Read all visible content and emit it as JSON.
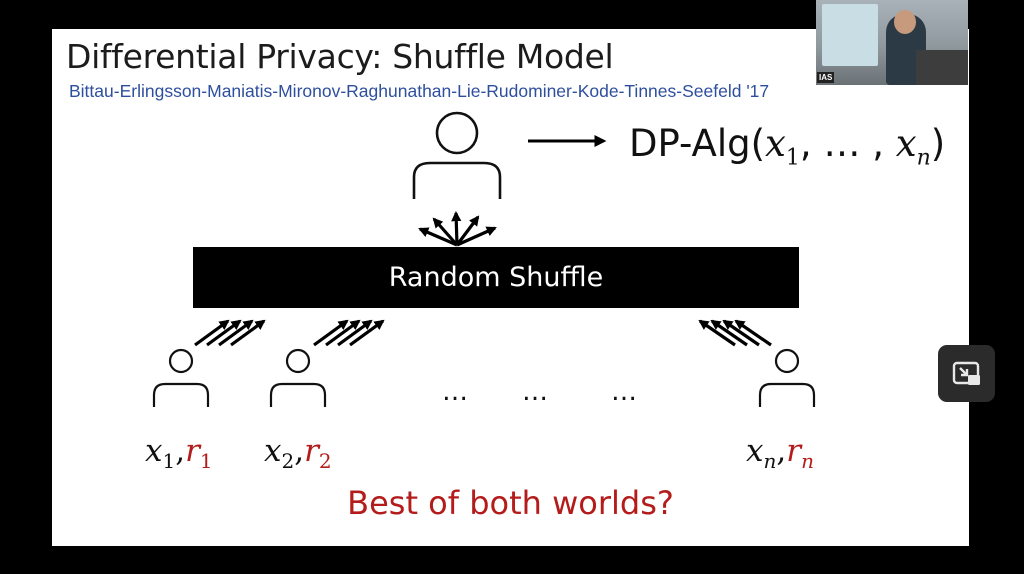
{
  "slide": {
    "title": "Differential Privacy: Shuffle Model",
    "authors": "Bittau-Erlingsson-Maniatis-Mironov-Raghunathan-Lie-Rudominer-Kode-Tinnes-Seefeld '17",
    "output": {
      "prefix": "DP-Alg(",
      "args": "x",
      "sub1": "1",
      "sep": ", … , ",
      "arg_n": "x",
      "sub_n": "n",
      "suffix": ")"
    },
    "shuffle_label": "Random Shuffle",
    "users": [
      {
        "x": "x",
        "x_sub": "1",
        "comma": ",",
        "r": "r",
        "r_sub": "1"
      },
      {
        "x": "x",
        "x_sub": "2",
        "comma": ",",
        "r": "r",
        "r_sub": "2"
      },
      {
        "x": "x",
        "x_sub": "n",
        "comma": ",",
        "r": "r",
        "r_sub": "n"
      }
    ],
    "ellipses": [
      "…",
      "…",
      "…"
    ],
    "question": "Best of both worlds?"
  },
  "webcam": {
    "badge": "IAS"
  },
  "icons": {
    "user": "user-icon",
    "pip": "picture-in-picture-icon"
  },
  "colors": {
    "background": "#000000",
    "slide": "#ffffff",
    "title": "#1c1c1c",
    "authors": "#2e4f9e",
    "accent_red": "#b41c1c",
    "bar": "#000000"
  }
}
